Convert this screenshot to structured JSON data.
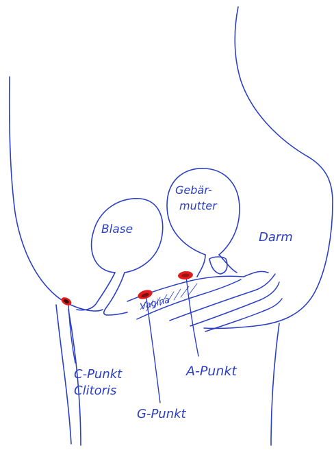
{
  "colors": {
    "ink": "#2b3fc4",
    "marker": "#e11b1b",
    "marker_dark": "#3a0c0c",
    "paper": "#ffffff"
  },
  "labels": {
    "bladder": "Blase",
    "uterus_line1": "Gebär-",
    "uterus_line2": "mutter",
    "bowel": "Darm",
    "vagina": "Vagina",
    "c_point_line1": "C-Punkt",
    "c_point_line2": "Clitoris",
    "g_point": "G-Punkt",
    "a_point": "A-Punkt"
  }
}
